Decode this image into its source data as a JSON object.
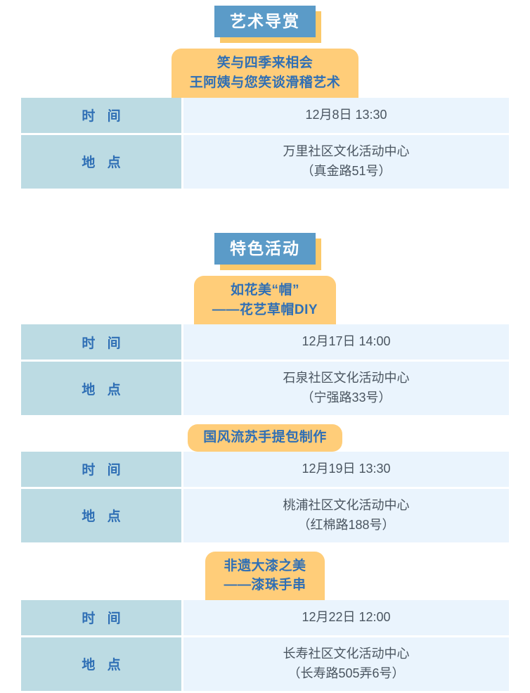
{
  "theme": {
    "badge_blue": "#5b9bc8",
    "badge_shadow_yellow": "#fbc96a",
    "title_orange": "#ffcd79",
    "title_text_blue": "#2f6fb5",
    "label_cell_bg": "#bcdbe3",
    "value_cell_bg": "#eaf4fd",
    "value_text": "#4a5560",
    "page_bg": "#ffffff"
  },
  "labels": {
    "time": "时 间",
    "place": "地 点"
  },
  "sections": [
    {
      "heading": "艺术导赏",
      "activities": [
        {
          "title_lines": [
            "笑与四季来相会",
            "王阿姨与您笑谈滑稽艺术"
          ],
          "time": "12月8日 13:30",
          "place_lines": [
            "万里社区文化活动中心",
            "（真金路51号）"
          ]
        }
      ]
    },
    {
      "heading": "特色活动",
      "activities": [
        {
          "title_lines": [
            "如花美“帽”",
            "——花艺草帽DIY"
          ],
          "time": "12月17日 14:00",
          "place_lines": [
            "石泉社区文化活动中心",
            "（宁强路33号）"
          ]
        },
        {
          "title_lines": [
            "国风流苏手提包制作"
          ],
          "time": "12月19日 13:30",
          "place_lines": [
            "桃浦社区文化活动中心",
            "（红棉路188号）"
          ]
        },
        {
          "title_lines": [
            "非遗大漆之美",
            "——漆珠手串"
          ],
          "time": "12月22日 12:00",
          "place_lines": [
            "长寿社区文化活动中心",
            "（长寿路505弄6号）"
          ]
        }
      ]
    }
  ]
}
